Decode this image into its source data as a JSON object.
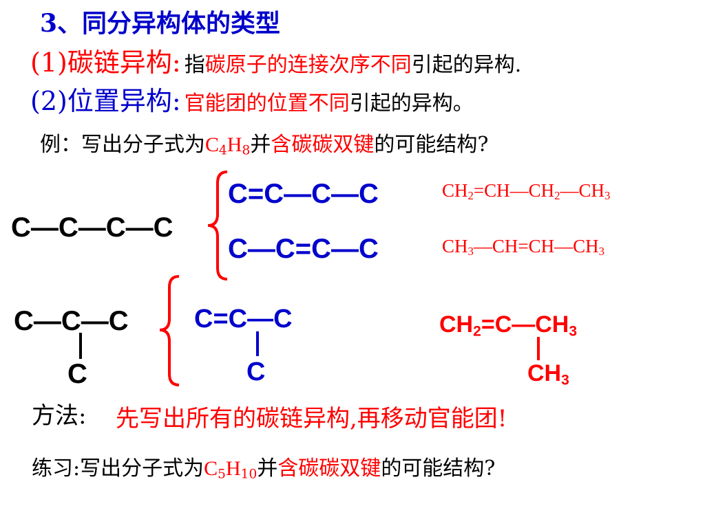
{
  "title": "3、同分异构体的类型",
  "chain_isomer": {
    "label": "(1)碳链异构:",
    "text_prefix": "指",
    "text_red": "碳原子的连接次序不同",
    "text_suffix": "引起的异构."
  },
  "position_isomer": {
    "label": "(2)位置异构:",
    "text_red": "官能团的位置不同",
    "text_suffix": "引起的异构。"
  },
  "example": {
    "prefix": "例：写出分子式为",
    "formula_c": "C",
    "formula_c_sub": "4",
    "formula_h": "H",
    "formula_h_sub": "8",
    "mid": "并",
    "red": "含碳碳双键",
    "suffix": "的可能结构?"
  },
  "straight_chain": {
    "skeleton": "C—C—C—C",
    "isomer1": "C=C—C—C",
    "isomer2": "C—C=C—C",
    "formula1_parts": [
      "CH",
      "2",
      "=CH—CH",
      "2",
      "—CH",
      "3"
    ],
    "formula2_parts": [
      "CH",
      "3",
      "—CH=CH—CH",
      "3"
    ]
  },
  "branched_chain": {
    "skeleton_top": "C—C—C",
    "skeleton_bottom": "C",
    "isomer_top": "C=C—C",
    "isomer_bottom": "C",
    "formula_top_parts": [
      "CH",
      "2",
      "=C—CH",
      "3"
    ],
    "formula_bottom_parts": [
      "CH",
      "3"
    ]
  },
  "method": {
    "label": "方法:",
    "text": "先写出所有的碳链异构,再移动官能团!"
  },
  "practice": {
    "prefix": "练习:写出分子式为",
    "formula_c": "C",
    "formula_c_sub": "5",
    "formula_h": "H",
    "formula_h_sub": "10",
    "mid": "并",
    "red": "含碳碳双键",
    "suffix": "的可能结构?"
  },
  "colors": {
    "blue": "#0000cc",
    "red": "#ff0000",
    "black": "#000000"
  }
}
